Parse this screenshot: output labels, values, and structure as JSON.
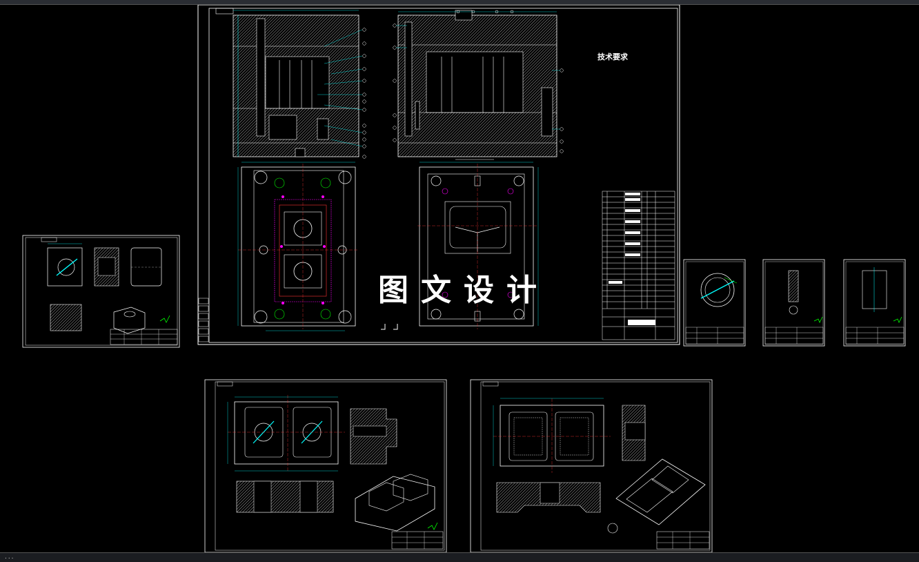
{
  "app": {
    "status_text": "..."
  },
  "watermark": {
    "text": "图文设计"
  },
  "tech_requirements": {
    "title": "技术要求"
  },
  "colors": {
    "background": "#000000",
    "line": "#ffffff",
    "dimension": "#00ffff",
    "hidden": "#ff00ff",
    "accent": "#ff3333",
    "leader": "#00ff00",
    "toolbar": "#2a2d33"
  },
  "sheets": [
    {
      "name": "main-assembly-sheet"
    },
    {
      "name": "part-drawing-left"
    },
    {
      "name": "part-drawing-cavity-plate"
    },
    {
      "name": "part-drawing-core-plate"
    },
    {
      "name": "part-drawing-small-1"
    },
    {
      "name": "part-drawing-small-2"
    },
    {
      "name": "part-drawing-small-3"
    }
  ]
}
